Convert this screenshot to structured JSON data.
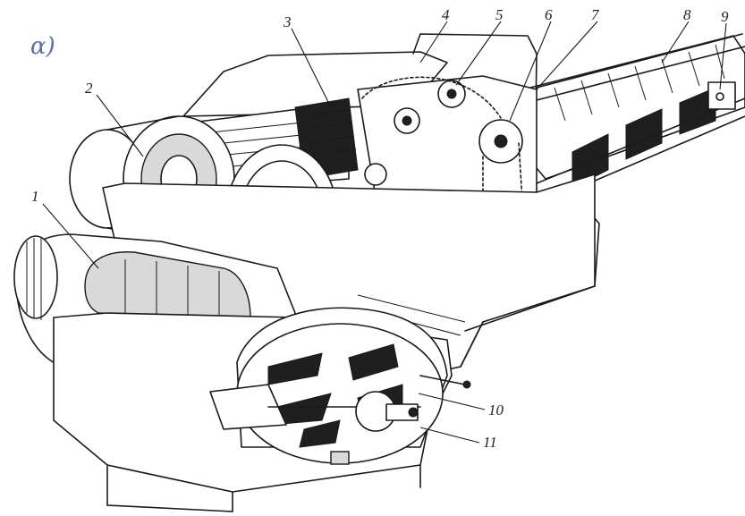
{
  "figure": {
    "panel_label": "α)",
    "part_numbers": [
      "1",
      "2",
      "3",
      "4",
      "5",
      "6",
      "7",
      "8",
      "9",
      "10",
      "11"
    ]
  }
}
